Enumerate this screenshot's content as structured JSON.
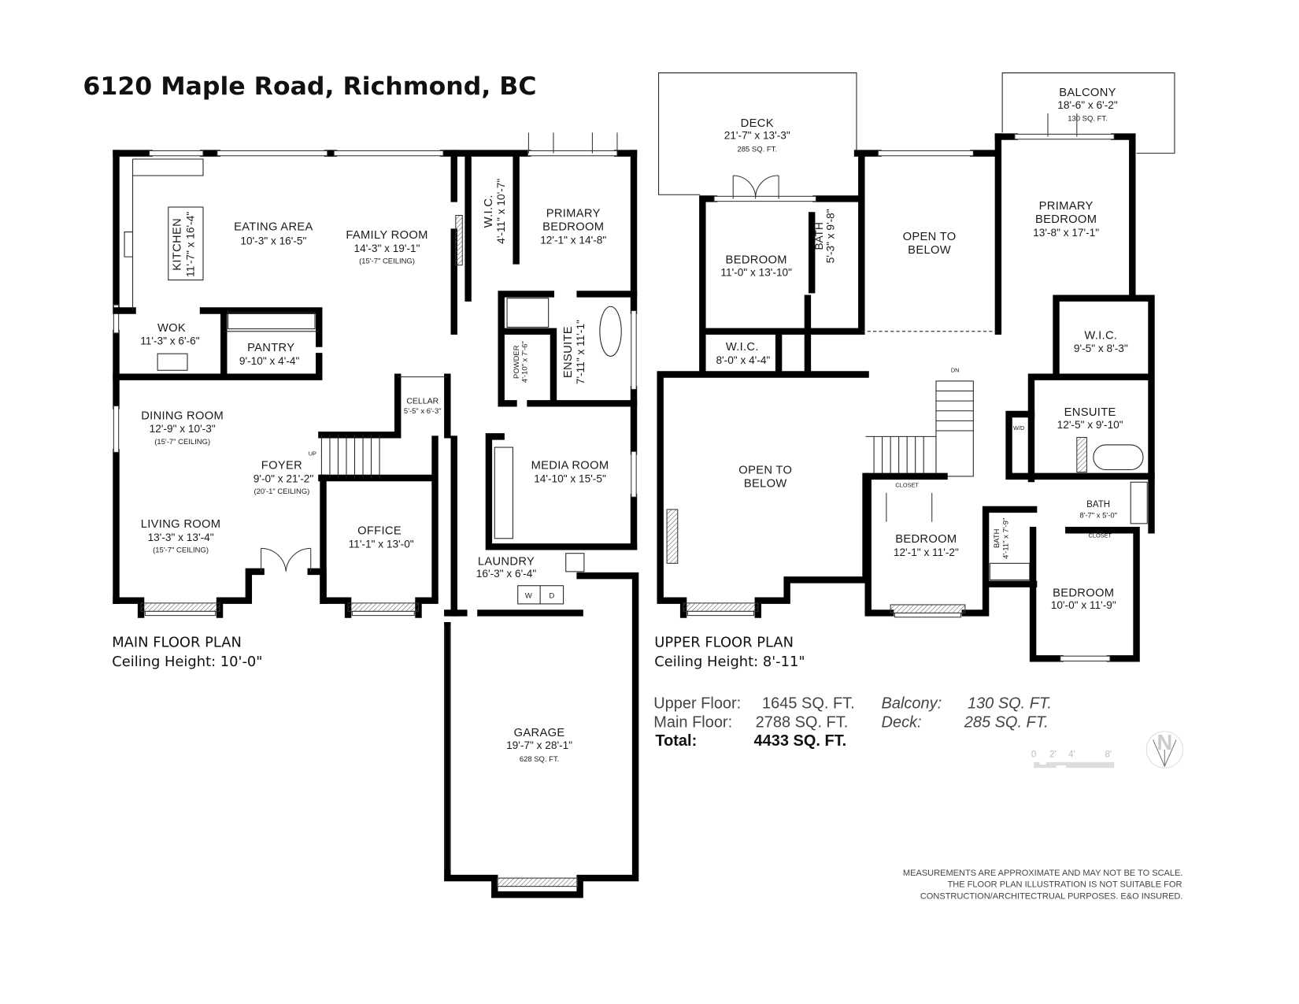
{
  "title": "6120 Maple Road, Richmond, BC",
  "main_floor": {
    "heading": "MAIN FLOOR PLAN",
    "ceiling": "Ceiling Height: 10'-0\"",
    "markers": {
      "up": "UP",
      "washer": "W",
      "dryer": "D"
    },
    "rooms": [
      {
        "name": "KITCHEN",
        "dims": "11'-7\" x 16'-4\""
      },
      {
        "name": "EATING AREA",
        "dims": "10'-3\" x 16'-5\""
      },
      {
        "name": "FAMILY ROOM",
        "dims": "14'-3\" x 19'-1\"",
        "note": "(15'-7\" CEILING)"
      },
      {
        "name": "W.I.C.",
        "dims": "4'-11\" x 10'-7\""
      },
      {
        "name": "PRIMARY",
        "name2": "BEDROOM",
        "dims": "12'-1\" x 14'-8\""
      },
      {
        "name": "WOK",
        "dims": "11'-3\" x 6'-6\""
      },
      {
        "name": "PANTRY",
        "dims": "9'-10\" x 4'-4\""
      },
      {
        "name": "POWDER",
        "dims": "4'-10\" x 7'-6\""
      },
      {
        "name": "ENSUITE",
        "dims": "7'-11\" x 11'-1\""
      },
      {
        "name": "CELLAR",
        "dims": "5'-5\" x 6'-3\""
      },
      {
        "name": "DINING ROOM",
        "dims": "12'-9\" x 10'-3\"",
        "note": "(15'-7\" CEILING)"
      },
      {
        "name": "FOYER",
        "dims": "9'-0\" x 21'-2\"",
        "note": "(20'-1\" CEILING)"
      },
      {
        "name": "MEDIA ROOM",
        "dims": "14'-10\" x 15'-5\""
      },
      {
        "name": "LIVING ROOM",
        "dims": "13'-3\" x 13'-4\"",
        "note": "(15'-7\" CEILING)"
      },
      {
        "name": "OFFICE",
        "dims": "11'-1\" x 13'-0\""
      },
      {
        "name": "LAUNDRY",
        "dims": "16'-3\" x 6'-4\""
      },
      {
        "name": "GARAGE",
        "dims": "19'-7\" x 28'-1\"",
        "note": "628 SQ. FT."
      }
    ]
  },
  "upper_floor": {
    "heading": "UPPER FLOOR PLAN",
    "ceiling": "Ceiling Height: 8'-11\"",
    "markers": {
      "down": "DN",
      "washer_dryer": "W/D",
      "closet": "CLOSET"
    },
    "rooms": [
      {
        "name": "DECK",
        "dims": "21'-7\" x 13'-3\"",
        "note": "285 SQ. FT."
      },
      {
        "name": "BALCONY",
        "dims": "18'-6\" x 6'-2\"",
        "note": "130 SQ. FT."
      },
      {
        "name": "BEDROOM",
        "dims": "11'-0\" x 13'-10\""
      },
      {
        "name": "BATH",
        "dims": "5'-3\" x 9'-8\""
      },
      {
        "name": "OPEN TO",
        "name2": "BELOW"
      },
      {
        "name": "PRIMARY",
        "name2": "BEDROOM",
        "dims": "13'-8\" x 17'-1\""
      },
      {
        "name": "W.I.C.",
        "dims": "8'-0\" x 4'-4\""
      },
      {
        "name": "W.I.C.",
        "dims": "9'-5\" x 8'-3\""
      },
      {
        "name": "ENSUITE",
        "dims": "12'-5\" x 9'-10\""
      },
      {
        "name": "OPEN TO",
        "name2": "BELOW"
      },
      {
        "name": "BEDROOM",
        "dims": "12'-1\" x 11'-2\""
      },
      {
        "name": "BATH",
        "dims": "4'-11\" x 7'-9\""
      },
      {
        "name": "BATH",
        "dims": "8'-7\" x 5'-0\""
      },
      {
        "name": "BEDROOM",
        "dims": "10'-0\" x 11'-9\""
      }
    ]
  },
  "summary": {
    "upper_label": "Upper Floor:",
    "upper_value": "1645 SQ. FT.",
    "main_label": "Main Floor:",
    "main_value": "2788 SQ. FT.",
    "total_label": "Total:",
    "total_value": "4433 SQ. FT.",
    "balcony_label": "Balcony:",
    "balcony_value": "130 SQ. FT.",
    "deck_label": "Deck:",
    "deck_value": "285 SQ. FT."
  },
  "scale_bar": {
    "ticks": [
      "0",
      "2'",
      "4'",
      "8'"
    ]
  },
  "north_arrow": {
    "letter": "N"
  },
  "disclaimer": [
    "MEASUREMENTS ARE APPROXIMATE AND MAY NOT BE TO SCALE.",
    "THE FLOOR PLAN ILLUSTRATION IS NOT SUITABLE FOR",
    "CONSTRUCTION/ARCHITECTRUAL PURPOSES. E&O INSURED."
  ]
}
